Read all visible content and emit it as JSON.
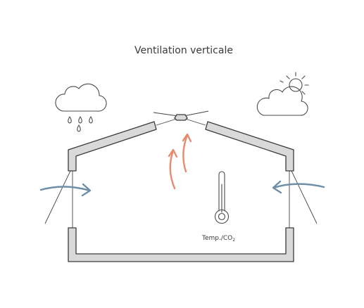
{
  "title": "Ventilation verticale",
  "sensor": {
    "label": "Temp./CO",
    "subscript": "2"
  },
  "colors": {
    "cold_air": "#6f8fa8",
    "warm_air": "#e98a6f",
    "wall_fill": "#d9d9d9",
    "outline": "#3b3b3b"
  },
  "icons": [
    "rain-cloud-icon",
    "sun-cloud-icon",
    "thermometer-icon",
    "roof-vent-icon"
  ]
}
